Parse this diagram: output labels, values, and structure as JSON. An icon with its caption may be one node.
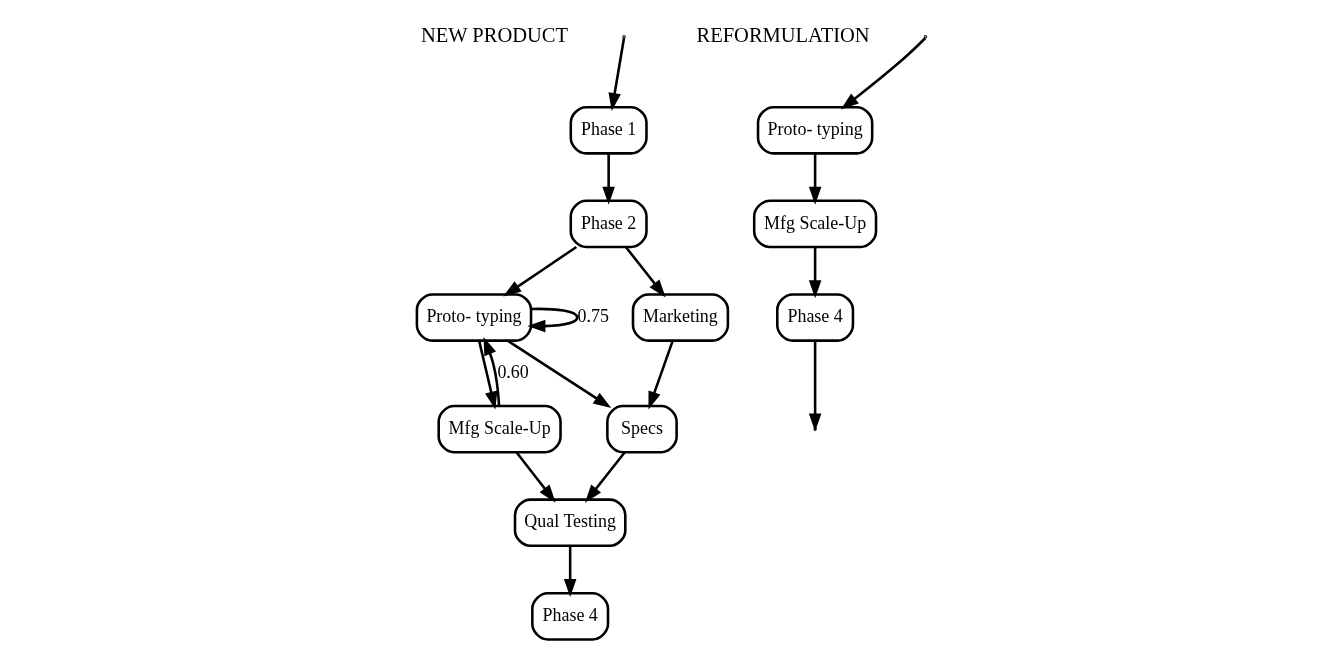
{
  "diagram": {
    "nodes": [
      {
        "text": [
          "Phase 1"
        ]
      },
      {
        "text": [
          "Phase 2"
        ]
      },
      {
        "text": [
          "Proto- typing"
        ]
      },
      {
        "text": [
          "Mfg Scale-Up"
        ]
      },
      {
        "text": [
          "Marketing"
        ]
      },
      {
        "text": [
          "Specs"
        ]
      },
      {
        "text": [
          "Qual Testing"
        ]
      },
      {
        "text": [
          "Phase 4"
        ]
      },
      {
        "text": [
          "Proto- typing"
        ]
      },
      {
        "text": [
          "Mfg Scale-Up"
        ]
      },
      {
        "text": [
          "Phase 4"
        ]
      }
    ],
    "edges": [
      {
        "from": null,
        "to": 0,
        "arrow": "to"
      },
      {
        "from": 0,
        "to": 1,
        "arrow": "to"
      },
      {
        "from": 1,
        "to": 2,
        "arrow": "to"
      },
      {
        "from": 1,
        "to": 4,
        "arrow": "to"
      },
      {
        "from": 2,
        "to": 3,
        "arrow": "to"
      },
      {
        "from": 2,
        "to": 5,
        "arrow": "to"
      },
      {
        "from": 3,
        "to": 2,
        "arrow": "to",
        "label": "0.60"
      },
      {
        "from": 2,
        "to": 2,
        "arrow": "to",
        "label": "0.75"
      },
      {
        "from": 4,
        "to": 5,
        "arrow": "to"
      },
      {
        "from": 3,
        "to": 6,
        "arrow": "to"
      },
      {
        "from": 5,
        "to": 6,
        "arrow": "to"
      },
      {
        "from": 6,
        "to": 7,
        "arrow": "to"
      },
      {
        "from": null,
        "to": 8,
        "arrow": "to"
      },
      {
        "from": 8,
        "to": 9,
        "arrow": "to"
      },
      {
        "from": 9,
        "to": 10,
        "arrow": "to"
      },
      {
        "from": 10,
        "to": null,
        "arrow": "to"
      }
    ],
    "labels": [
      "NEW PRODUCT",
      "REFORMULATION"
    ]
  }
}
